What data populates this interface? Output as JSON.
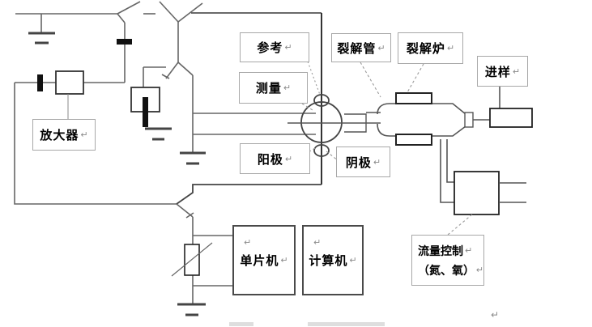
{
  "diagram": {
    "labels": {
      "amplifier": "放大器",
      "reference": "参考",
      "measure": "测量",
      "anode": "阳极",
      "cathode": "阴极",
      "pyrolysis_tube": "裂解管",
      "pyrolysis_furnace": "裂解炉",
      "sample_injection": "进样",
      "mcu": "单片机",
      "computer": "计算机",
      "flow_control_line1": "流量控制",
      "flow_control_line2": "（氮、氧）"
    },
    "marks": {
      "return_mark": "↵"
    },
    "colors": {
      "wire": "#666666",
      "dark_wire": "#333333",
      "component_border": "#333333",
      "label_box_border": "#a8a8a8",
      "leader_line": "#999999",
      "text": "#000000",
      "background": "#ffffff"
    }
  }
}
